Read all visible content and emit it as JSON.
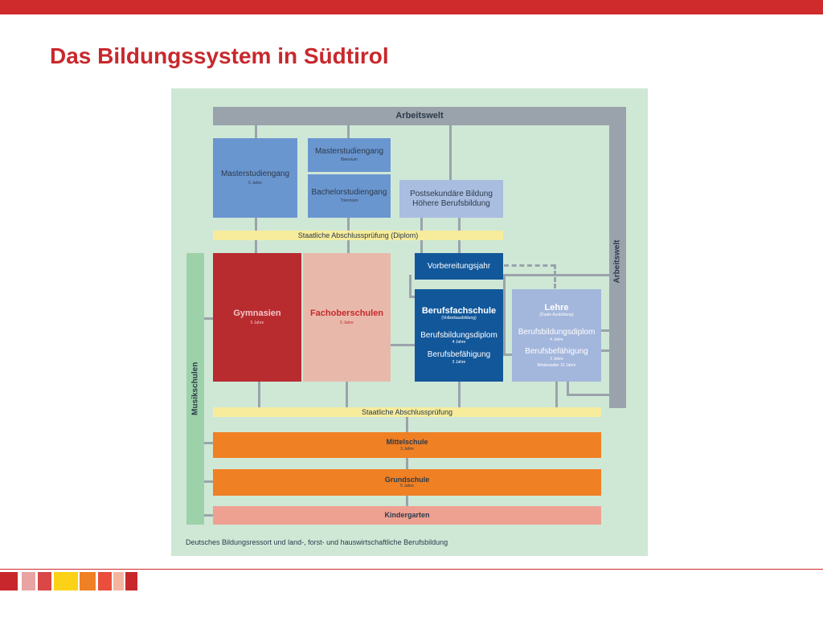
{
  "slide": {
    "title": "Das Bildungssystem in Südtirol",
    "accent_color": "#cf2b2d"
  },
  "diagram": {
    "arbeitswelt_top": "Arbeitswelt",
    "arbeitswelt_side": "Arbeitswelt",
    "masterstudiengang_left": {
      "title": "Masterstudiengang",
      "sub": "5 Jahre"
    },
    "masterstudiengang_mid": {
      "title": "Masterstudiengang",
      "sub": "Biennium"
    },
    "bachelorstudiengang": {
      "title": "Bachelorstudiengang",
      "sub": "Triennium"
    },
    "postsekundaer": {
      "line1": "Postsekundäre Bildung",
      "line2": "Höhere Berufsbildung"
    },
    "abschluss_diplom": "Staatliche Abschlussprüfung (Diplom)",
    "vorbereitungsjahr": "Vorbereitungsjahr",
    "gymnasien": {
      "title": "Gymnasien",
      "sub": "5 Jahre"
    },
    "fachoberschulen": {
      "title": "Fachoberschulen",
      "sub": "5 Jahre"
    },
    "berufsfachschule": {
      "title": "Berufsfachschule",
      "title_sub": "(Vollzeitausbildung)",
      "diplom": "Berufsbildungsdiplom",
      "diplom_sub": "4 Jahre",
      "befaehigung": "Berufsbefähigung",
      "befaehigung_sub": "3 Jahre"
    },
    "lehre": {
      "title": "Lehre",
      "title_sub": "(Duale Ausbildung)",
      "diplom": "Berufsbildungsdiplom",
      "diplom_sub": "4 Jahre",
      "befaehigung": "Berufsbefähigung",
      "befaehigung_sub": "3 Jahre",
      "mindestalter": "Mindestalter 15 Jahre"
    },
    "musikschulen": "Musikschulen",
    "abschluss": "Staatliche Abschlussprüfung",
    "mittelschule": {
      "title": "Mittelschule",
      "sub": "3 Jahre"
    },
    "grundschule": {
      "title": "Grundschule",
      "sub": "5 Jahre"
    },
    "kindergarten": "Kindergarten",
    "footer": "Deutsches Bildungsressort und land-, forst- und hauswirtschaftliche Berufsbildung"
  },
  "colors": {
    "background": "#cfe8d6",
    "arbeitswelt": "#9aa3ab",
    "university": "#6a96d0",
    "postsecondary": "#a9bde0",
    "diplom_bar": "#f7ec9c",
    "gymnasien": "#b82c30",
    "fachoberschulen": "#e8b9ab",
    "berufsfachschule": "#12579a",
    "lehre": "#a3b6dc",
    "musikschulen": "#9cd1a9",
    "mittelschule": "#f08024",
    "kindergarten": "#eea191"
  }
}
